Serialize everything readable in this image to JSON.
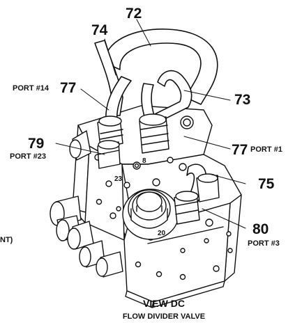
{
  "callouts": {
    "c72": "72",
    "c74": "74",
    "c73": "73",
    "c77a": "77",
    "c77b": "77",
    "c79": "79",
    "c75": "75",
    "c80": "80"
  },
  "ports": {
    "p14": "PORT #14",
    "p1": "PORT #1",
    "p23": "PORT #23",
    "p3": "PORT #3"
  },
  "edge_text": "NT)",
  "stamps": {
    "s8": "8",
    "s23": "23",
    "s20": "20"
  },
  "caption": {
    "title": "VIEW DC",
    "subtitle": "FLOW DIVIDER VALVE"
  }
}
